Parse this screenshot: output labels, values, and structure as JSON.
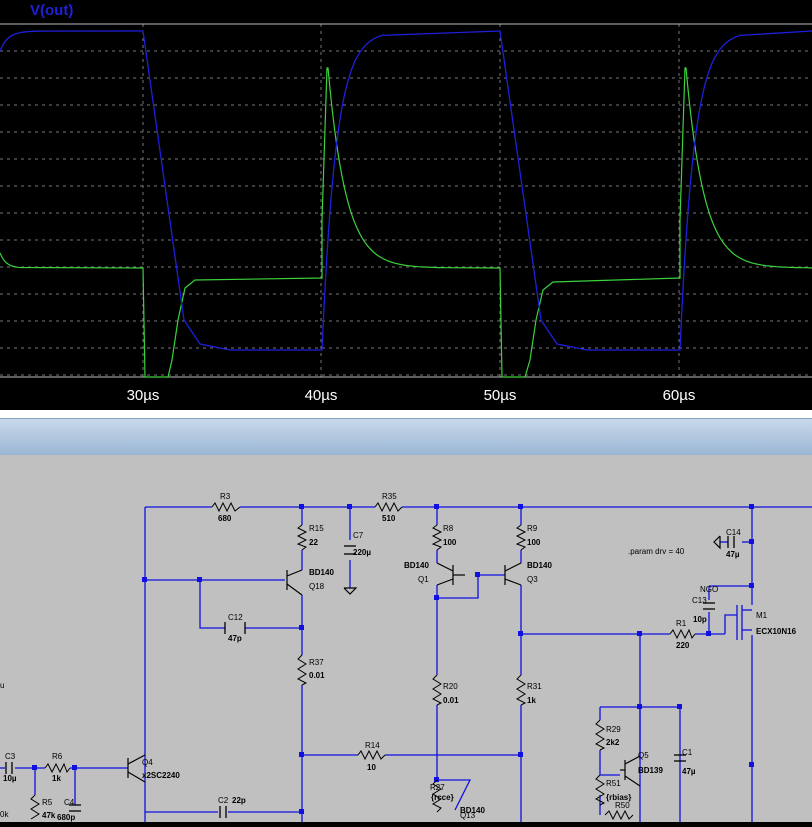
{
  "plot": {
    "trace_name": "V(out)",
    "ticks": [
      "30µs",
      "40µs",
      "50µs",
      "60µs"
    ],
    "colors": {
      "background": "#000000",
      "trace_vout": "#1f1fdc",
      "trace_second": "#3cd23c",
      "grid": "#777777"
    }
  },
  "schematic": {
    "param": ".param drv = 40",
    "net_label": "NGO",
    "components": [
      {
        "ref": "R3",
        "value": "680"
      },
      {
        "ref": "R35",
        "value": "510"
      },
      {
        "ref": "R15",
        "value": "22"
      },
      {
        "ref": "C7",
        "value": "220µ"
      },
      {
        "ref": "R8",
        "value": "100"
      },
      {
        "ref": "R9",
        "value": "100"
      },
      {
        "ref": "C14",
        "value": "47µ"
      },
      {
        "ref": "Q18",
        "value": "BD140"
      },
      {
        "ref": "Q1",
        "value": "BD140"
      },
      {
        "ref": "Q3",
        "value": "BD140"
      },
      {
        "ref": "C13",
        "value": "10p"
      },
      {
        "ref": "M1",
        "value": "ECX10N16"
      },
      {
        "ref": "C12",
        "value": "47p"
      },
      {
        "ref": "R1",
        "value": "220"
      },
      {
        "ref": "R37",
        "value": "0.01"
      },
      {
        "ref": "R20",
        "value": "0.01"
      },
      {
        "ref": "R31",
        "value": "1k"
      },
      {
        "ref": "R29",
        "value": "2k2"
      },
      {
        "ref": "C1",
        "value": "47µ"
      },
      {
        "ref": "Q5",
        "value": "BD139"
      },
      {
        "ref": "R14",
        "value": "10"
      },
      {
        "ref": "Q4",
        "value": "x2SC2240"
      },
      {
        "ref": "C3",
        "value": "10µ"
      },
      {
        "ref": "R6",
        "value": "1k"
      },
      {
        "ref": "R5",
        "value": "47k"
      },
      {
        "ref": "C4",
        "value": "680p"
      },
      {
        "ref": "C2",
        "value": "22p"
      },
      {
        "ref": "R27",
        "value": "{rcce}"
      },
      {
        "ref": "R51",
        "value": "{rbias}"
      },
      {
        "ref": "R50",
        "value": ""
      },
      {
        "ref": "Q13",
        "value": "BD140"
      }
    ],
    "partial_labels": [
      "u",
      "0k"
    ]
  }
}
